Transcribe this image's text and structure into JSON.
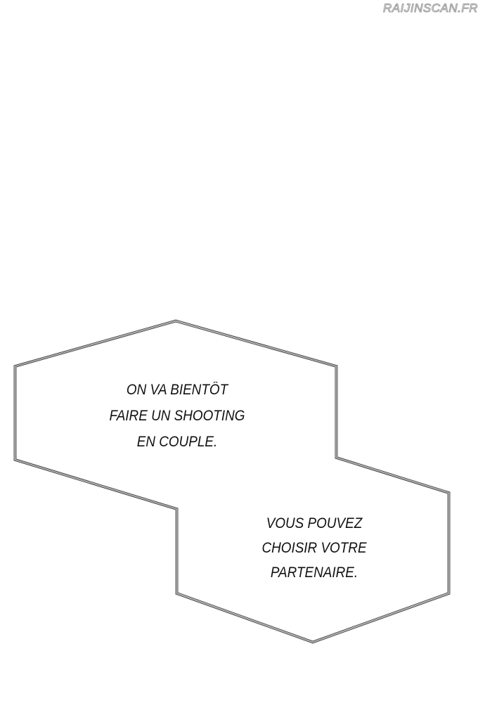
{
  "watermark": "RAIJINSCAN.FR",
  "bubbles": [
    {
      "lines": [
        "ON VA BIENTÔT",
        "FAIRE UN SHOOTING",
        "EN COUPLE."
      ]
    },
    {
      "lines": [
        "VOUS POUVEZ",
        "CHOISIR VOTRE",
        "PARTENAIRE."
      ]
    }
  ]
}
